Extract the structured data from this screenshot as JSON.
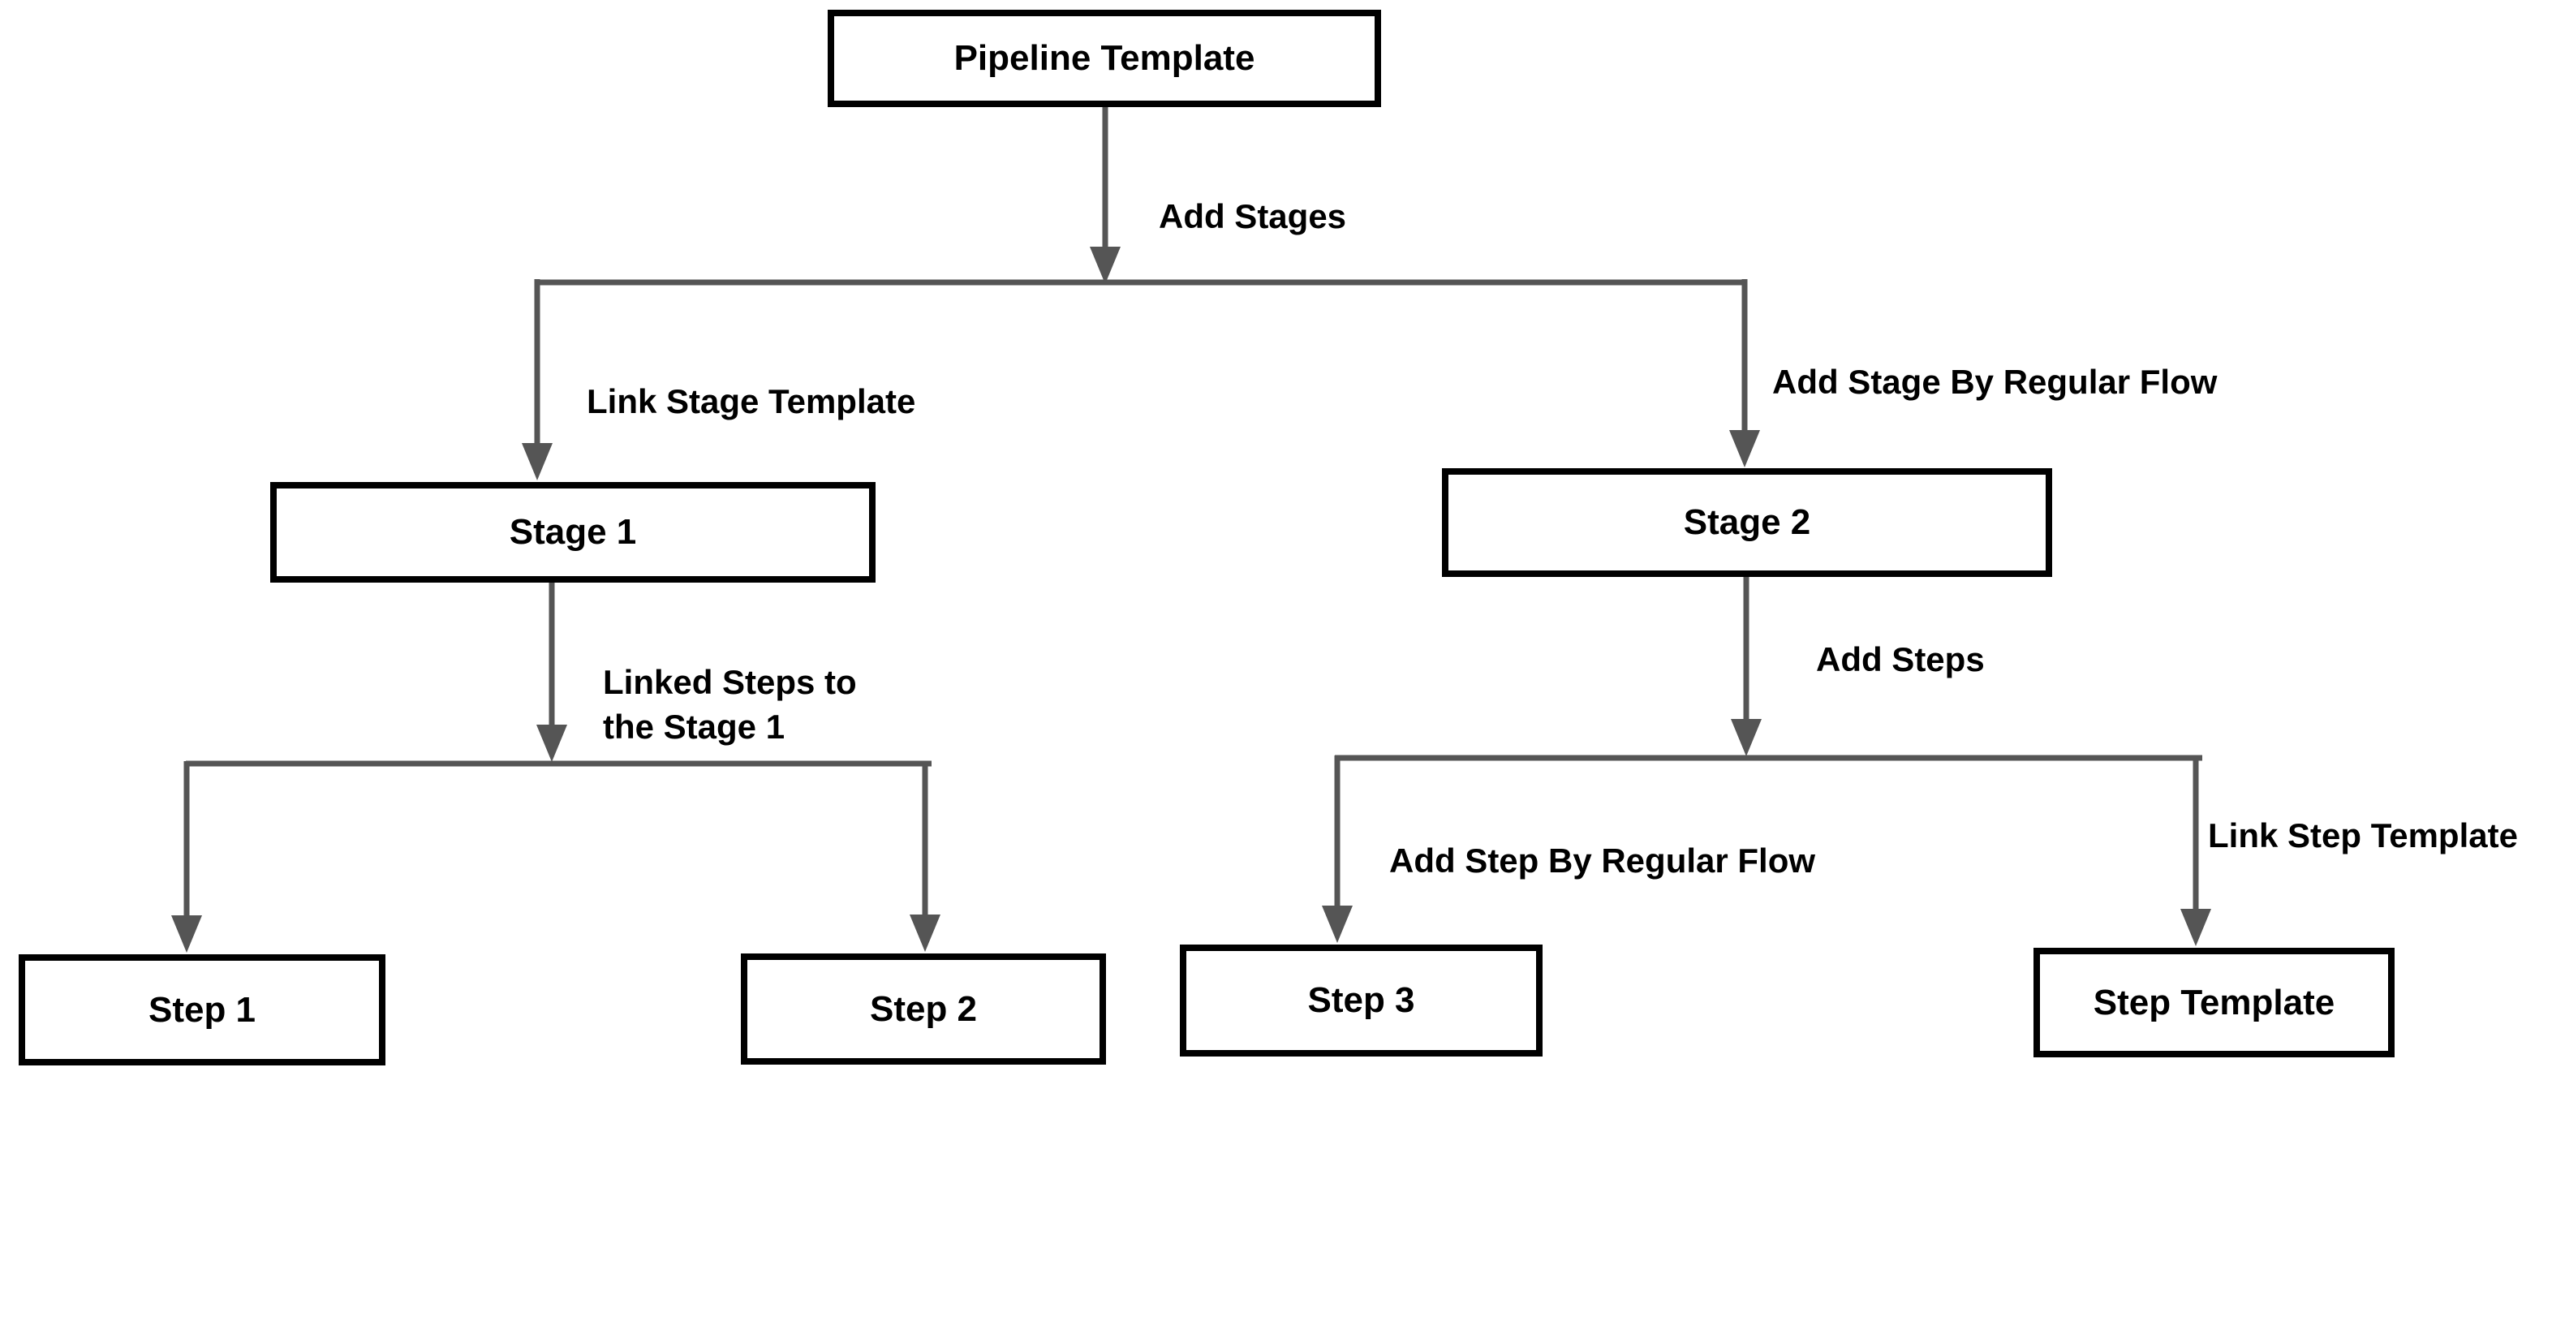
{
  "diagram": {
    "background": "#ffffff",
    "colors": {
      "connector": "#555555",
      "node_border": "#000000",
      "node_fill": "#ffffff",
      "text": "#000000"
    },
    "nodes": {
      "pipeline_template": {
        "label": "Pipeline Template"
      },
      "stage_1": {
        "label": "Stage 1"
      },
      "stage_2": {
        "label": "Stage 2"
      },
      "step_1": {
        "label": "Step 1"
      },
      "step_2": {
        "label": "Step 2"
      },
      "step_3": {
        "label": "Step 3"
      },
      "step_template": {
        "label": "Step Template"
      }
    },
    "edges": [
      {
        "id": "add-stages",
        "from": "pipeline_template",
        "to": "stages_split",
        "label": "Add Stages"
      },
      {
        "id": "link-stage-template",
        "from": "stages_split",
        "to": "stage_1",
        "label": "Link Stage Template"
      },
      {
        "id": "add-stage-by-regular-flow",
        "from": "stages_split",
        "to": "stage_2",
        "label": "Add Stage By Regular Flow"
      },
      {
        "id": "linked-steps-to-stage-1",
        "from": "stage_1",
        "to": "steps_split_1",
        "label": "Linked Steps to\nthe Stage 1"
      },
      {
        "id": "to-step-1",
        "from": "steps_split_1",
        "to": "step_1",
        "label": ""
      },
      {
        "id": "to-step-2",
        "from": "steps_split_1",
        "to": "step_2",
        "label": ""
      },
      {
        "id": "add-steps",
        "from": "stage_2",
        "to": "steps_split_2",
        "label": "Add Steps"
      },
      {
        "id": "add-step-by-regular-flow",
        "from": "steps_split_2",
        "to": "step_3",
        "label": "Add Step By Regular Flow"
      },
      {
        "id": "link-step-template",
        "from": "steps_split_2",
        "to": "step_template",
        "label": "Link Step Template"
      }
    ]
  }
}
